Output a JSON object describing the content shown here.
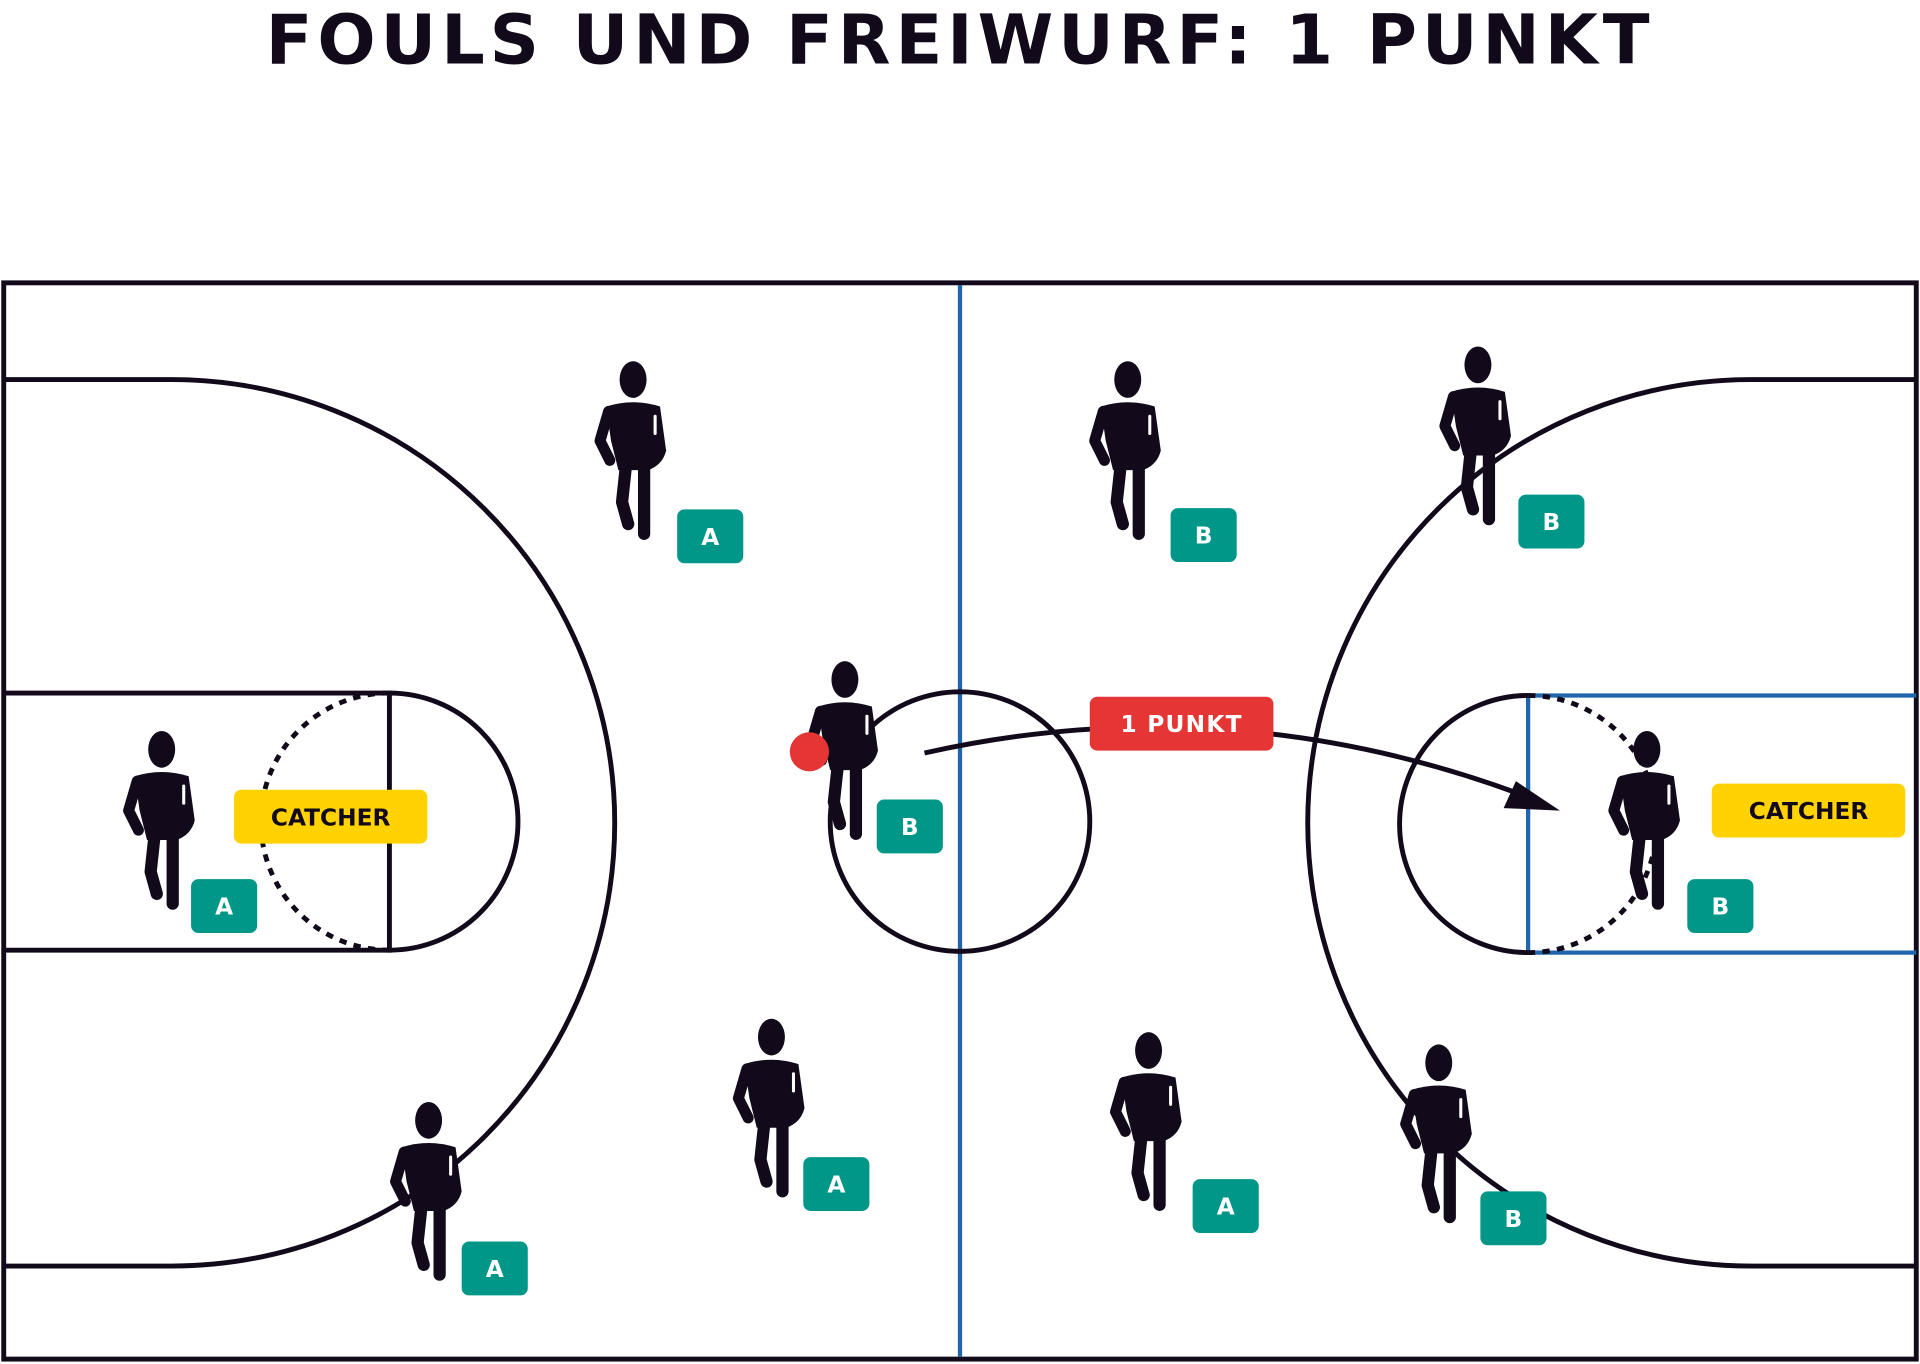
{
  "title": "FOULS UND FREIWURF: 1 PUNKT",
  "labels": {
    "catcher_left": "CATCHER",
    "catcher_right": "CATCHER",
    "free_throw": "1 PUNKT"
  },
  "badges": [
    "A",
    "B",
    "B",
    "A",
    "B",
    "A",
    "A",
    "A",
    "B",
    "B"
  ],
  "colors": {
    "team_badge": "#009688",
    "catcher": "#ffd200",
    "punkt": "#e53535",
    "ball": "#e53535",
    "lines": "#120a1a",
    "blue_lines": "#1f66ad"
  }
}
